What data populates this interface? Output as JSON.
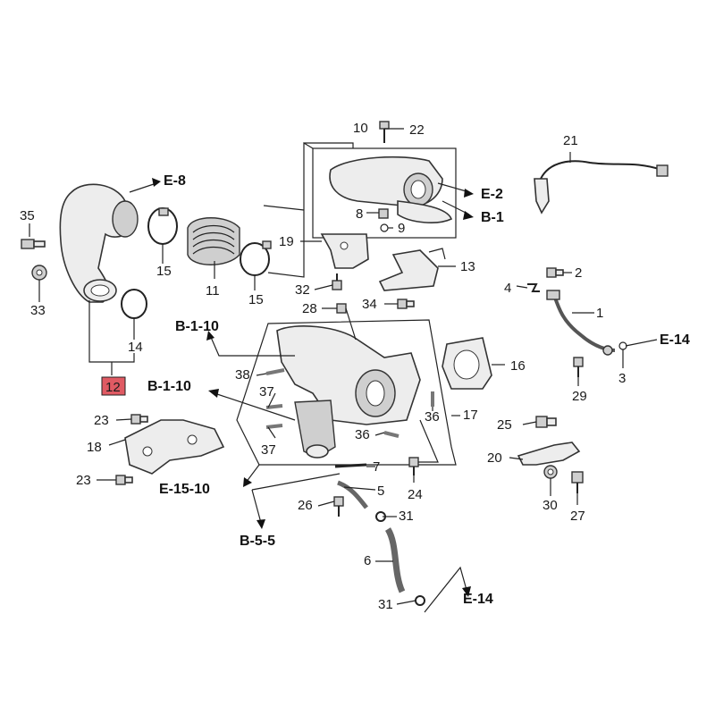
{
  "diagram": {
    "highlighted_part": "12",
    "callouts": {
      "c1": "1",
      "c2": "2",
      "c3": "3",
      "c4": "4",
      "c5": "5",
      "c6": "6",
      "c7": "7",
      "c8": "8",
      "c9": "9",
      "c10": "10",
      "c11": "11",
      "c12": "12",
      "c13": "13",
      "c14": "14",
      "c15a": "15",
      "c15b": "15",
      "c16": "16",
      "c17": "17",
      "c18": "18",
      "c19": "19",
      "c20": "20",
      "c21": "21",
      "c22": "22",
      "c23a": "23",
      "c23b": "23",
      "c24": "24",
      "c25": "25",
      "c26": "26",
      "c27": "27",
      "c28": "28",
      "c29": "29",
      "c30": "30",
      "c31a": "31",
      "c31b": "31",
      "c32": "32",
      "c33": "33",
      "c34": "34",
      "c35": "35",
      "c36a": "36",
      "c36b": "36",
      "c37a": "37",
      "c37b": "37",
      "c38": "38"
    },
    "references": {
      "e8": "E-8",
      "e2": "E-2",
      "b1": "B-1",
      "e14a": "E-14",
      "e14b": "E-14",
      "b110a": "B-1-10",
      "b110b": "B-1-10",
      "e1510": "E-15-10",
      "b55": "B-5-5"
    },
    "colors": {
      "highlight": "#e05a63",
      "line": "#222222"
    }
  }
}
